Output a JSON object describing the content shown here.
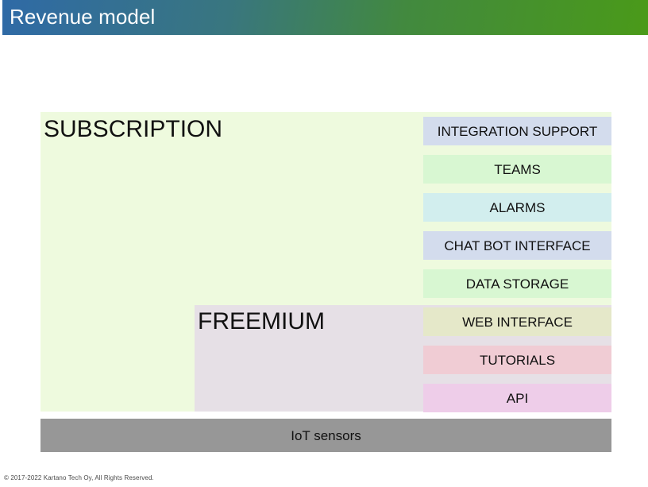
{
  "header": {
    "title": "Revenue model",
    "gradient_start": "#2f6aa6",
    "gradient_end": "#4a9a19"
  },
  "tiers": [
    {
      "name": "subscription",
      "label": "SUBSCRIPTION",
      "color": "#eefade"
    },
    {
      "name": "freemium",
      "label": "FREEMIUM",
      "color": "#e6e0e6"
    }
  ],
  "features": [
    {
      "label": "INTEGRATION SUPPORT",
      "color": "#d3dced",
      "tier": "subscription"
    },
    {
      "label": "TEAMS",
      "color": "#d8f7d2",
      "tier": "subscription"
    },
    {
      "label": "ALARMS",
      "color": "#d2eeee",
      "tier": "subscription"
    },
    {
      "label": "CHAT BOT INTERFACE",
      "color": "#d3dced",
      "tier": "subscription"
    },
    {
      "label": "DATA STORAGE",
      "color": "#d8f7d2",
      "tier": "subscription"
    },
    {
      "label": "WEB INTERFACE",
      "color": "#e5e8c9",
      "tier": "freemium"
    },
    {
      "label": "TUTORIALS",
      "color": "#f0ccd4",
      "tier": "freemium"
    },
    {
      "label": "API",
      "color": "#eecde9",
      "tier": "freemium"
    }
  ],
  "base": {
    "label": "IoT sensors",
    "color": "#979797"
  },
  "footer": {
    "text": "© 2017-2022 Kartano Tech Oy, All Rights Reserved."
  }
}
